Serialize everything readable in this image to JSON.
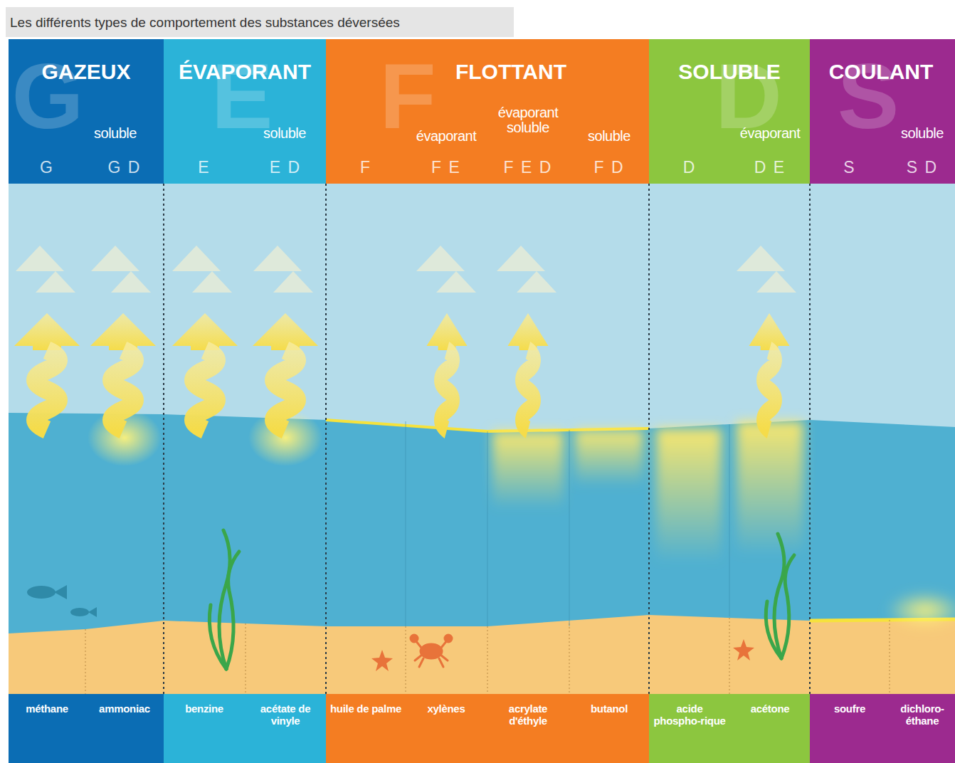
{
  "diagram": {
    "title": "Les différents types de comportement des substances déversées",
    "nodes": [
      {
        "text": [
          "GAZEUX",
          "G",
          "soluble",
          "G",
          "G D"
        ]
      },
      {
        "text": [
          "ÉVAPORANT",
          "E",
          "soluble",
          "E",
          "E D"
        ]
      },
      {
        "text": [
          "FLOTTANT",
          "F",
          "évaporant",
          "évaporant soluble",
          "soluble",
          "F",
          "F E",
          "F E D",
          "F D"
        ]
      },
      {
        "text": [
          "SOLUBLE",
          "D",
          "évaporant",
          "D",
          "D E"
        ]
      },
      {
        "text": [
          "COULANT",
          "S",
          "soluble",
          "S",
          "S D"
        ]
      },
      {
        "text": [
          "méthane",
          "ammoniac"
        ]
      },
      {
        "text": [
          "benzine",
          "acétate de vinyle"
        ]
      },
      {
        "text": [
          "huile de palme",
          "xylènes",
          "acrylate d'éthyle",
          "butanol"
        ]
      },
      {
        "text": [
          "acide phospho-rique",
          "acétone"
        ]
      },
      {
        "text": [
          "soufre",
          "dichloro-éthane"
        ]
      }
    ]
  }
}
